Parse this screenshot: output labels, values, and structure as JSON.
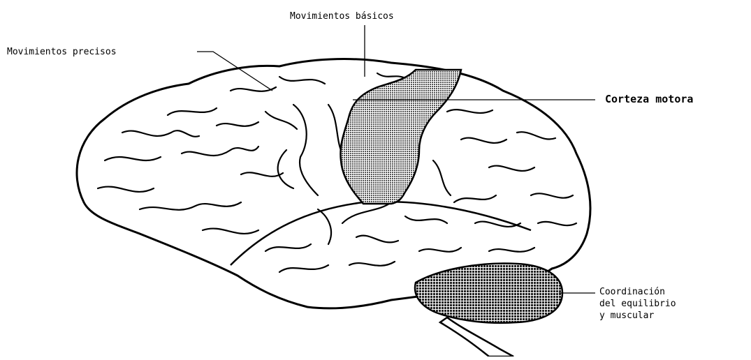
{
  "labels": {
    "movimientos_basicos": "Movimientos básicos",
    "movimientos_precisos": "Movimientos precisos",
    "corteza_motora": "Corteza motora",
    "coordinacion_line1": "Coordinación",
    "coordinacion_line2": "del equilibrio",
    "coordinacion_line3": "y muscular"
  },
  "colors": {
    "outline": "#000000",
    "motor_cortex_fill": "#8a8a8a",
    "cerebellum_fill": "#4d4d4d",
    "background": "#ffffff"
  }
}
